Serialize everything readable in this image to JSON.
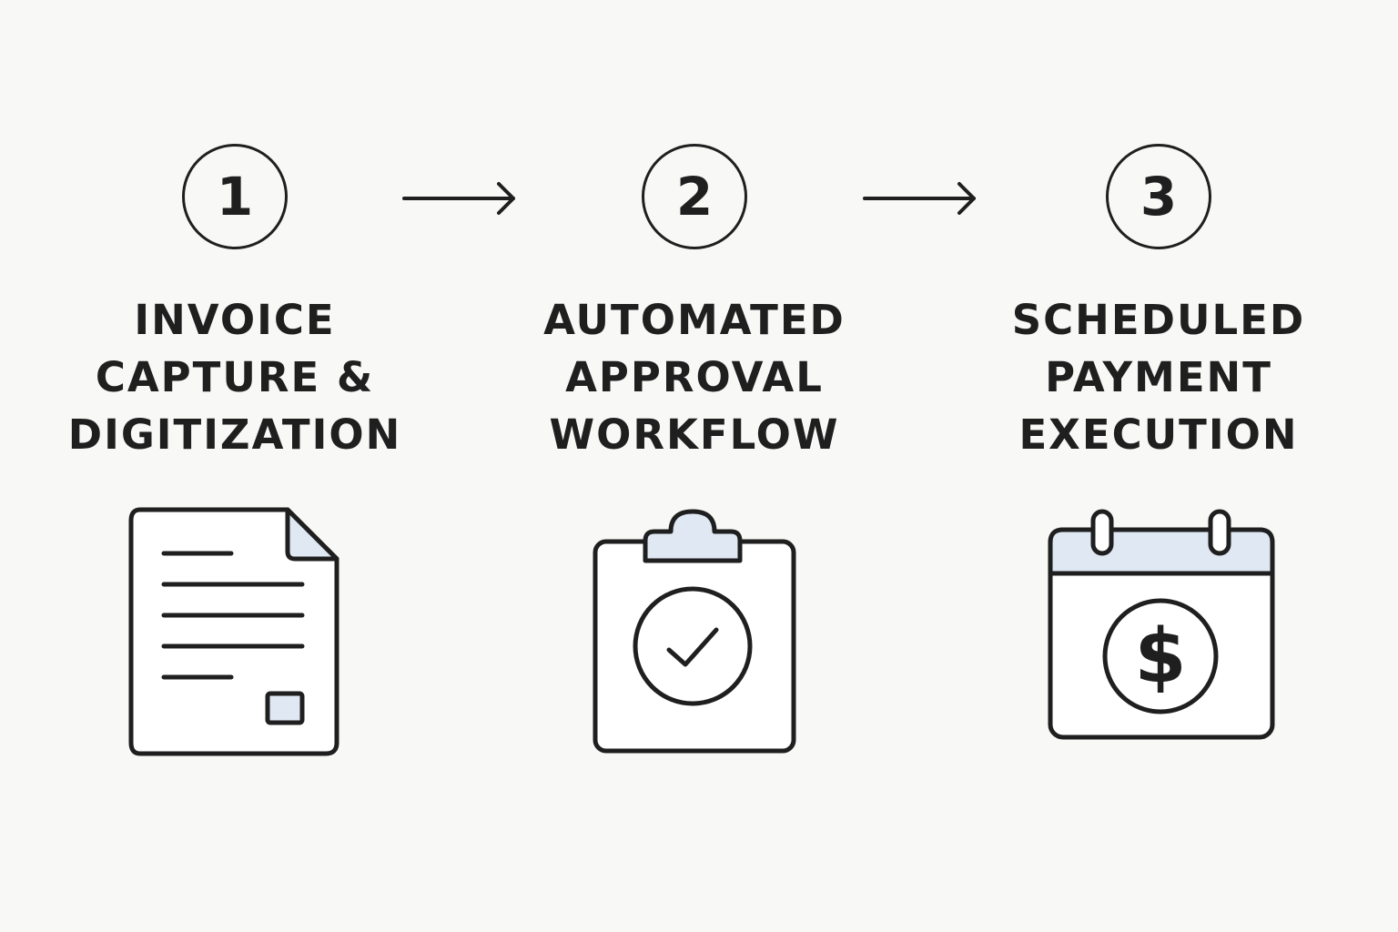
{
  "colors": {
    "background": "#f8f8f7",
    "stroke": "#1f1f1f",
    "accent_fill": "#dfe8f3"
  },
  "steps": [
    {
      "number": "1",
      "title_lines": [
        "INVOICE",
        "CAPTURE &",
        "DIGITIZATION"
      ],
      "icon": "document-icon"
    },
    {
      "number": "2",
      "title_lines": [
        "AUTOMATED",
        "APPROVAL",
        "WORKFLOW"
      ],
      "icon": "clipboard-check-icon"
    },
    {
      "number": "3",
      "title_lines": [
        "SCHEDULED",
        "PAYMENT",
        "EXECUTION"
      ],
      "icon": "calendar-dollar-icon"
    }
  ],
  "calendar_symbol": "$"
}
